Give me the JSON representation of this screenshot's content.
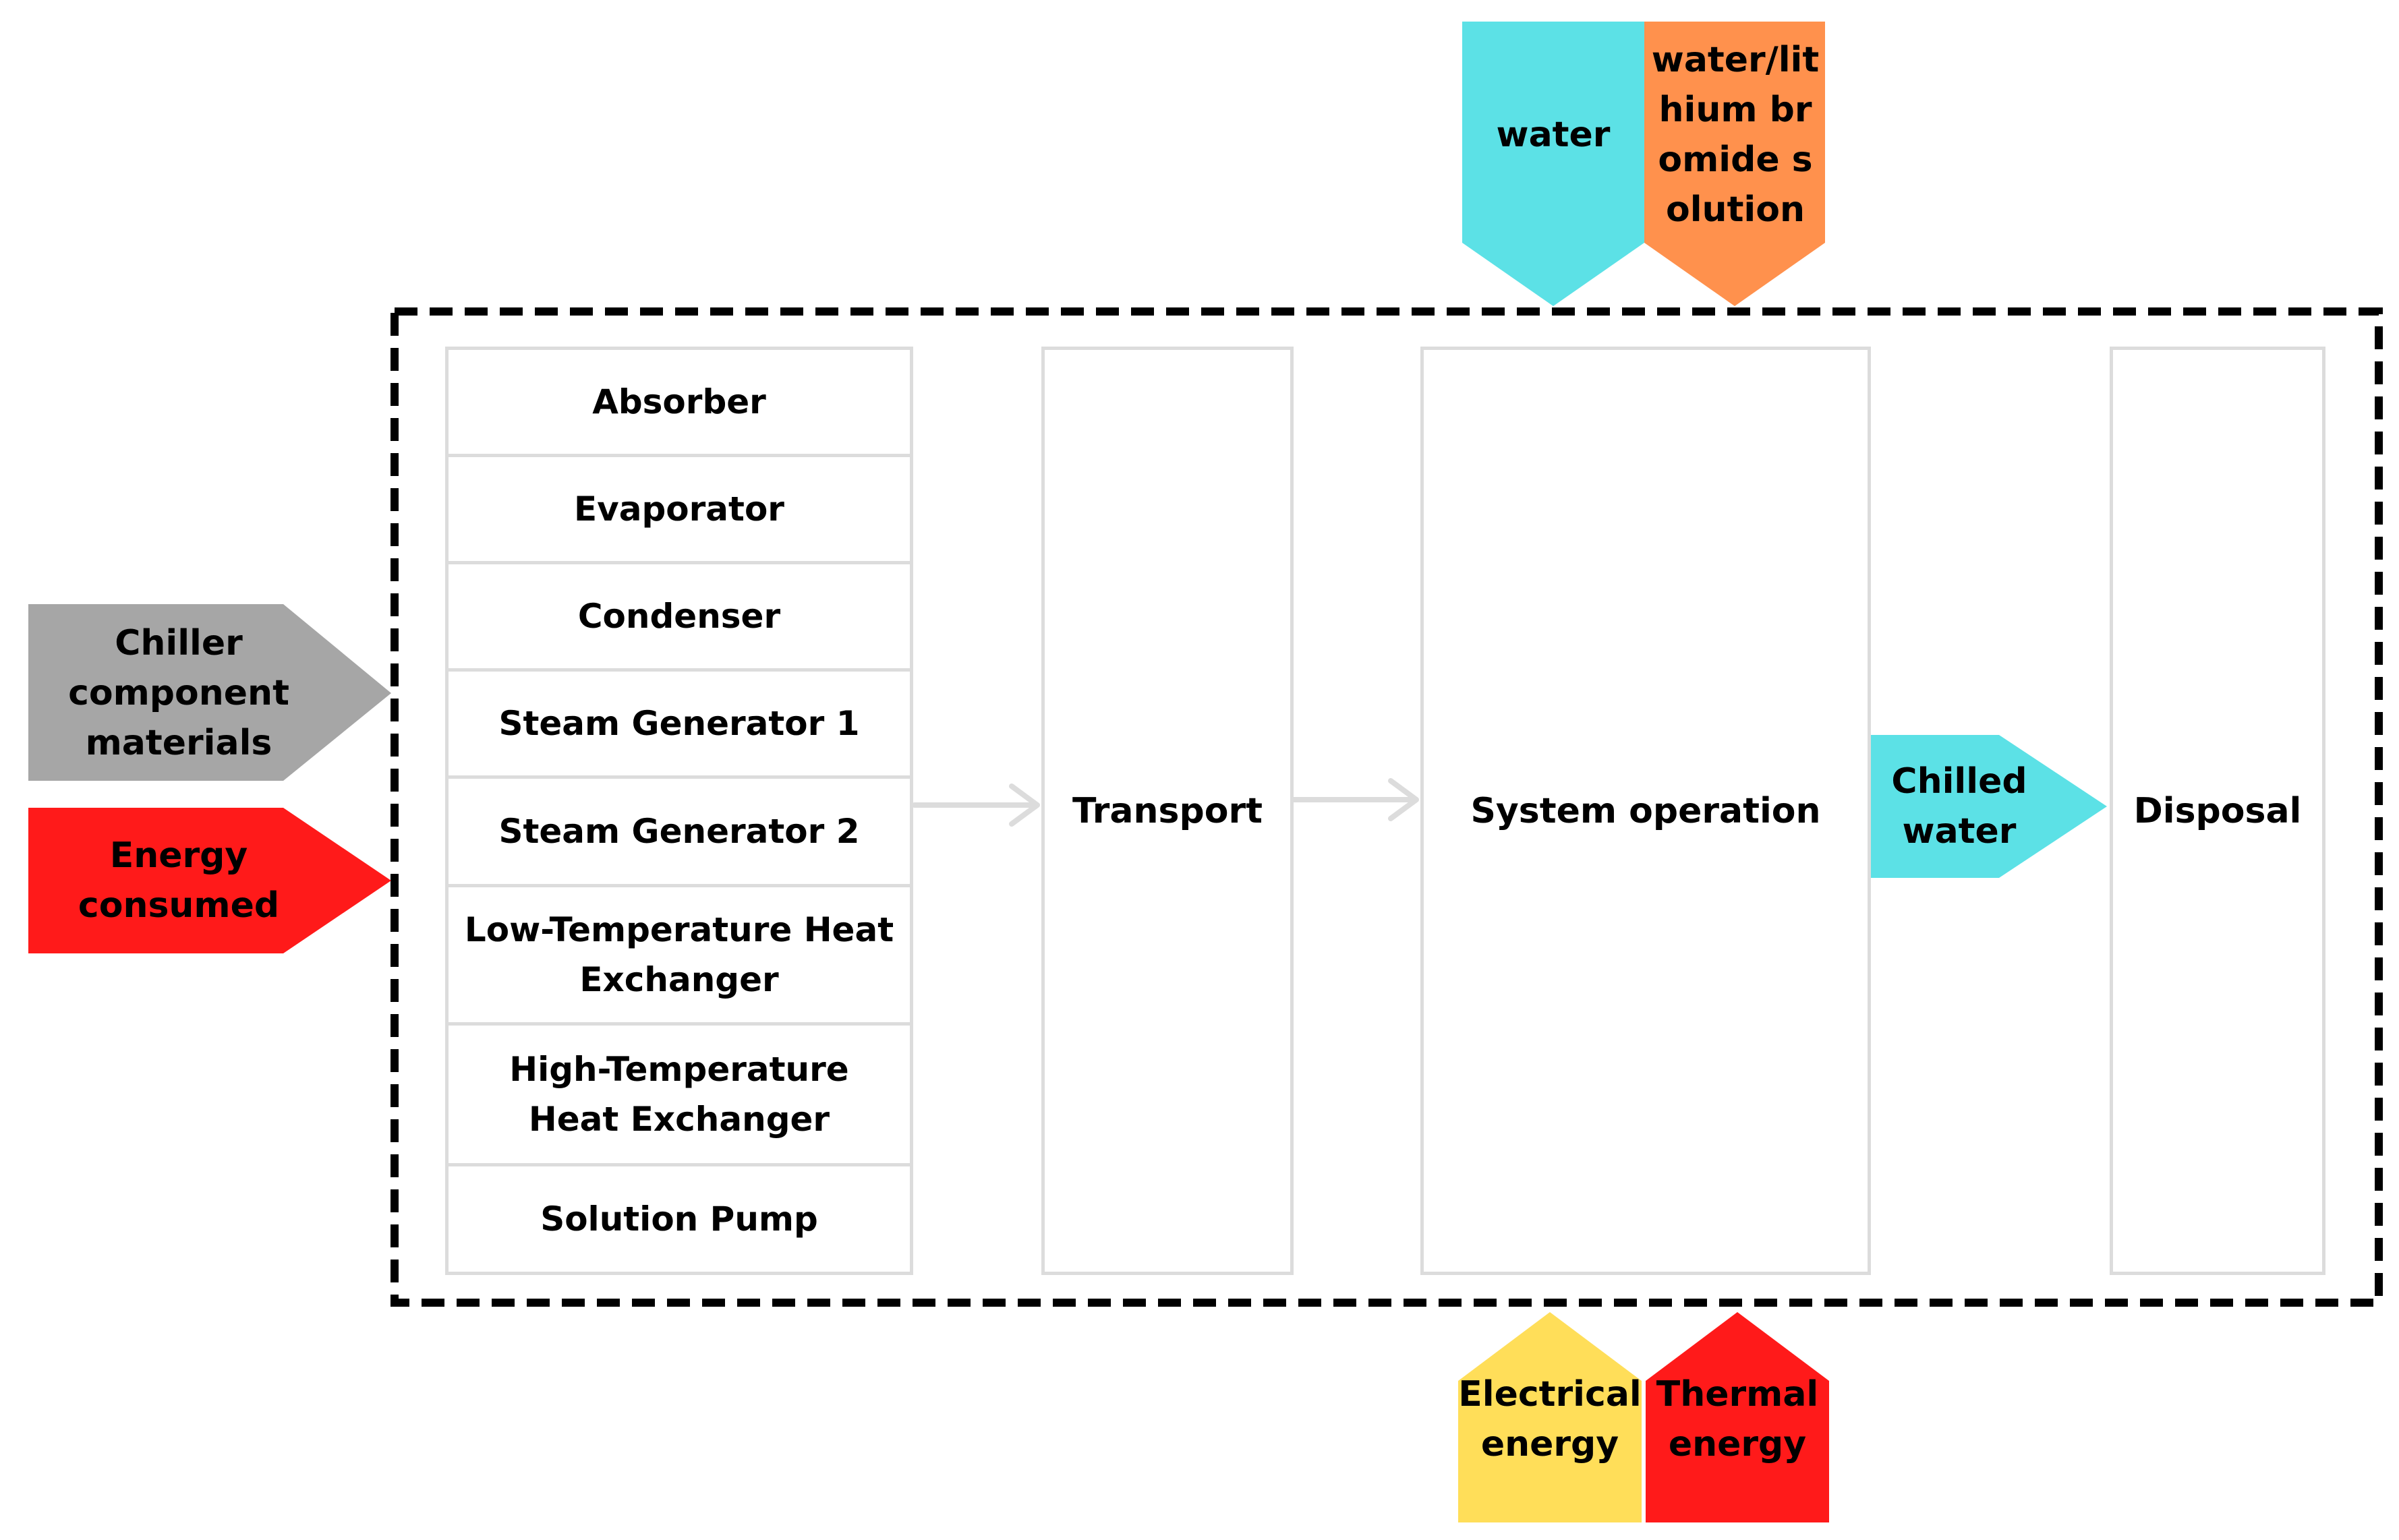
{
  "components": [
    "Absorber",
    "Evaporator",
    "Condenser",
    "Steam Generator 1",
    "Steam Generator 2",
    "Low-Temperature Heat Exchanger",
    "High-Temperature Heat Exchanger",
    "Solution Pump"
  ],
  "stages": {
    "transport": "Transport",
    "operation": "System operation",
    "disposal": "Disposal"
  },
  "inputs": {
    "materials": "Chiller component materials",
    "energy_consumed": "Energy consumed",
    "water": "water",
    "libr_solution": "water/lithium bromide solution",
    "electrical": "Electrical energy",
    "thermal": "Thermal energy"
  },
  "outputs": {
    "chilled_water": "Chilled water"
  },
  "colors": {
    "gray": "#a6a6a6",
    "red": "#ff1a1a",
    "cyan": "#5ce1e6",
    "orange": "#ff914d",
    "yellow": "#ffde59",
    "border": "#dcdcdc",
    "arrow": "#dcdcdc"
  }
}
